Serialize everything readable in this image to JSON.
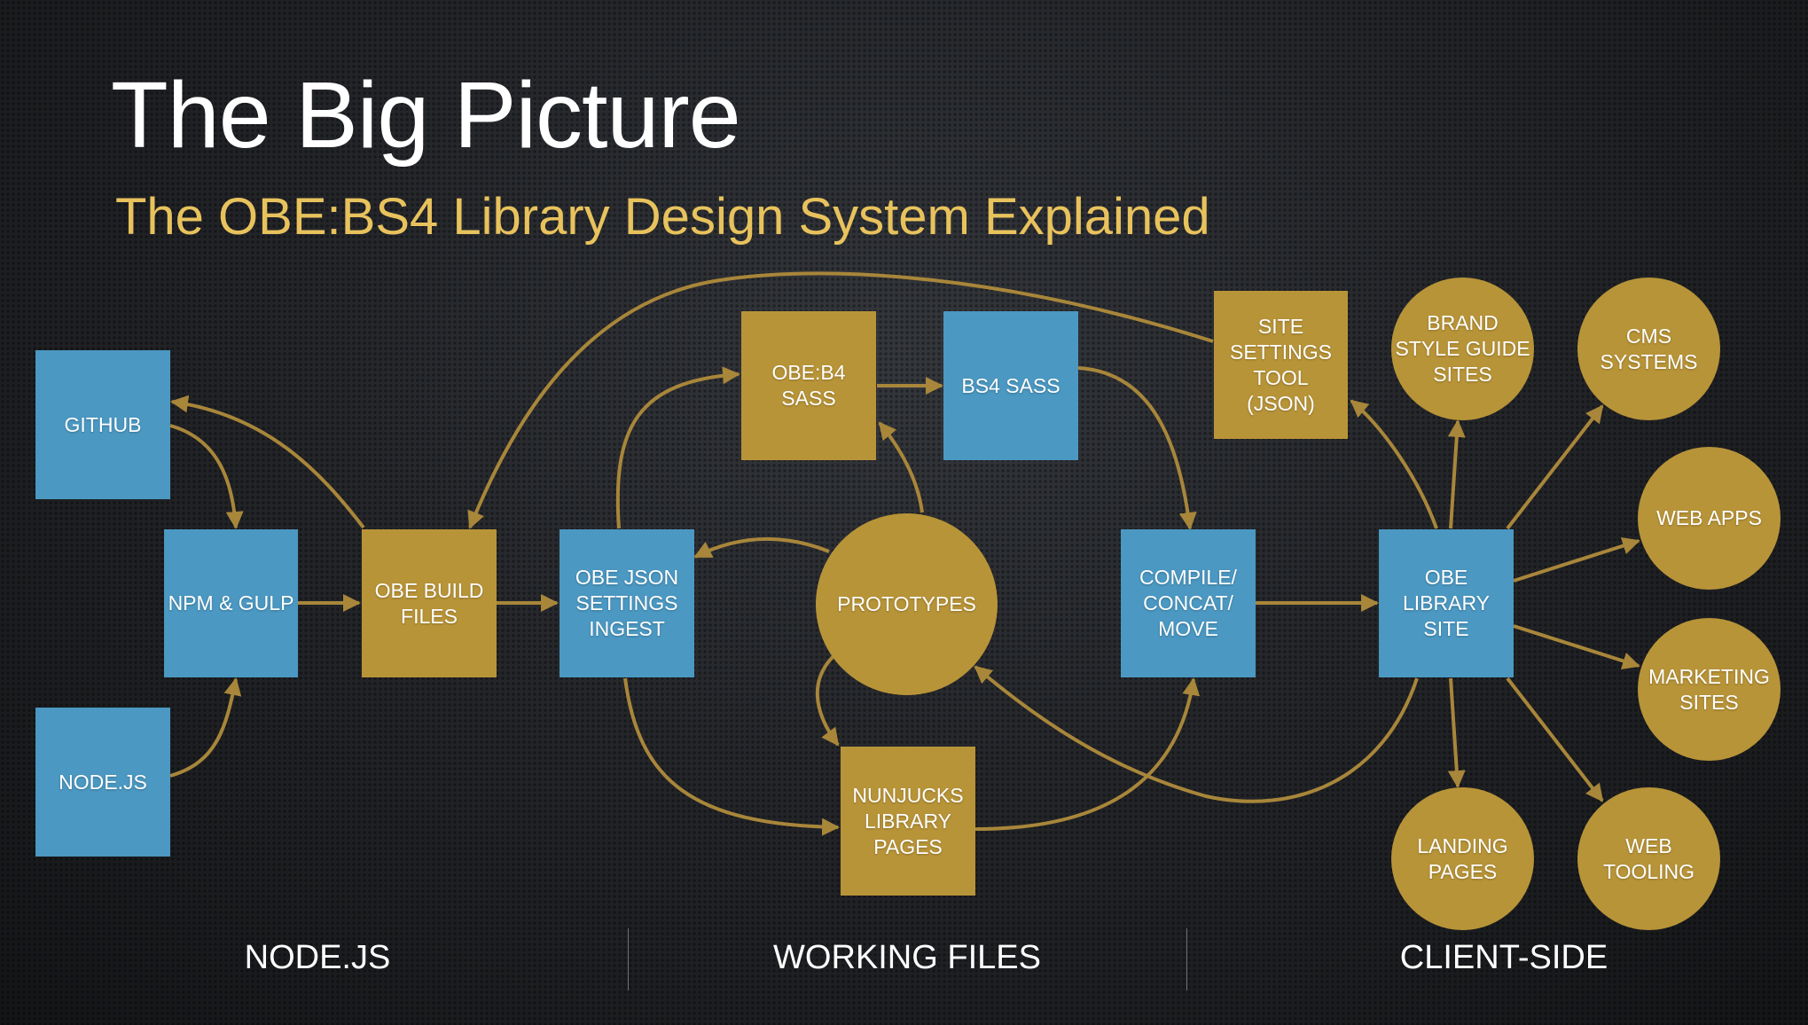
{
  "title": "The Big Picture",
  "subtitle": "The OBE:BS4 Library Design System Explained",
  "colors": {
    "blue_node": "#4b98c2",
    "gold_node": "#b89438",
    "arrow": "#a8863a",
    "subtitle": "#e8c25c"
  },
  "nodes": {
    "github": "GITHUB",
    "npm_gulp": "NPM & GULP",
    "nodejs": "NODE.JS",
    "obe_build_files": "OBE BUILD\nFILES",
    "obe_json_settings_ingest": "OBE JSON\nSETTINGS\nINGEST",
    "obe_b4_sass": "OBE:B4\nSASS",
    "bs4_sass": "BS4 SASS",
    "prototypes": "PROTOTYPES",
    "nunjucks_library_pages": "NUNJUCKS\nLIBRARY\nPAGES",
    "compile_concat_move": "COMPILE/\nCONCAT/\nMOVE",
    "site_settings_tool": "SITE\nSETTINGS\nTOOL\n(JSON)",
    "obe_library_site": "OBE\nLIBRARY\nSITE",
    "brand_style_guide_sites": "BRAND\nSTYLE GUIDE\nSITES",
    "cms_systems": "CMS\nSYSTEMS",
    "web_apps": "WEB APPS",
    "marketing_sites": "MARKETING\nSITES",
    "landing_pages": "LANDING\nPAGES",
    "web_tooling": "WEB\nTOOLING"
  },
  "sections": [
    "NODE.JS",
    "WORKING FILES",
    "CLIENT-SIDE"
  ]
}
